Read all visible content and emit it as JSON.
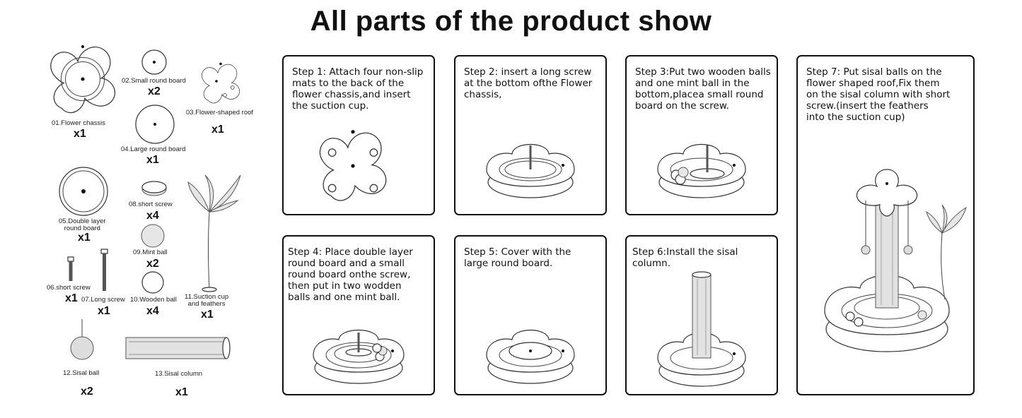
{
  "title": "All parts of the product show",
  "parts": [
    {
      "label": "01.Flower chassis",
      "qty": "x1"
    },
    {
      "label": "02.Small round board",
      "qty": "x2"
    },
    {
      "label": "03.Flower-shaped roof",
      "qty": "x1"
    },
    {
      "label": "04.Large round board",
      "qty": "x1"
    },
    {
      "label": "05.Double layer\nround board",
      "qty": "x1"
    },
    {
      "label": "06.short screw",
      "qty": "x1"
    },
    {
      "label": "07.Long screw",
      "qty": "x1"
    },
    {
      "label": "08.short screw",
      "qty": "x4"
    },
    {
      "label": "09.Mint ball",
      "qty": "x2"
    },
    {
      "label": "10.Wooden ball",
      "qty": "x4"
    },
    {
      "label": "11.Suction cup\nand feathers",
      "qty": "x1"
    },
    {
      "label": "12.Sisal ball",
      "qty": "x2"
    },
    {
      "label": "13.Sisal column",
      "qty": "x1"
    }
  ],
  "steps": [
    {
      "text": "Step 1: Attach four non-slip\nmats to the back of the\nflower chassis,and insert\nthe suction cup."
    },
    {
      "text": "Step 2: insert a long screw\nat the bottom ofthe Flower\nchassis,"
    },
    {
      "text": "Step 3:Put two wooden balls\nand one mint ball in the\nbottom,placea small round\nboard on the screw."
    },
    {
      "text": "Step 4: Place double layer\nround board and a small\nround board onthe screw,\nthen put in two wodden\nballs and one mint ball."
    },
    {
      "text": "Step 5: Cover with the\nlarge round board."
    },
    {
      "text": "Step 6:Install the sisal\ncolumn."
    },
    {
      "text": "Step 7: Put sisal balls on the\nflower shaped roof,Fix them\non the sisal column with short\nscrew.(insert the feathers\ninto the suction cup)"
    }
  ]
}
